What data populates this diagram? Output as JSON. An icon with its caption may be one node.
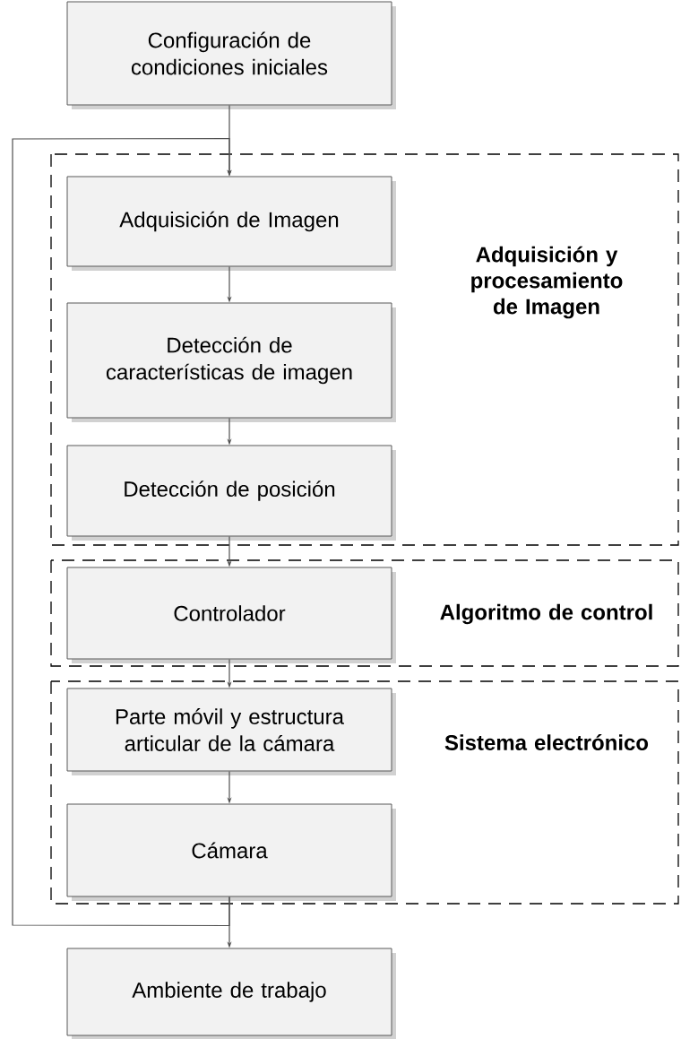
{
  "diagram": {
    "nodes": [
      {
        "text": [
          "Configuración de condiciones iniciales"
        ]
      },
      {
        "text": [
          "Adquisición y procesamiento de Imagen"
        ]
      },
      {
        "text": [
          "Adquisición de Imagen"
        ],
        "in": 1
      },
      {
        "text": [
          "Detección de características de imagen"
        ],
        "in": 1
      },
      {
        "text": [
          "Detección de posición"
        ],
        "in": 1
      },
      {
        "text": [
          "Algoritmo de control"
        ]
      },
      {
        "text": [
          "Controlador"
        ],
        "in": 5
      },
      {
        "text": [
          "Sistema electrónico"
        ]
      },
      {
        "text": [
          "Parte móvil y estructura articular de la cámara"
        ],
        "in": 7
      },
      {
        "text": [
          "Cámara"
        ],
        "in": 7
      },
      {
        "text": [
          "Ambiente de trabajo"
        ]
      }
    ],
    "edges": [
      {
        "from": 0,
        "to": 2,
        "arrow": "to"
      },
      {
        "from": 2,
        "to": 3,
        "arrow": "to"
      },
      {
        "from": 3,
        "to": 4,
        "arrow": "to"
      },
      {
        "from": 4,
        "to": 6,
        "arrow": "to"
      },
      {
        "from": 6,
        "to": 8,
        "arrow": "to"
      },
      {
        "from": 8,
        "to": 9,
        "arrow": "to"
      },
      {
        "from": 9,
        "to": 10,
        "arrow": "to"
      },
      {
        "from": 9,
        "to": 2,
        "arrow": "to"
      }
    ]
  }
}
